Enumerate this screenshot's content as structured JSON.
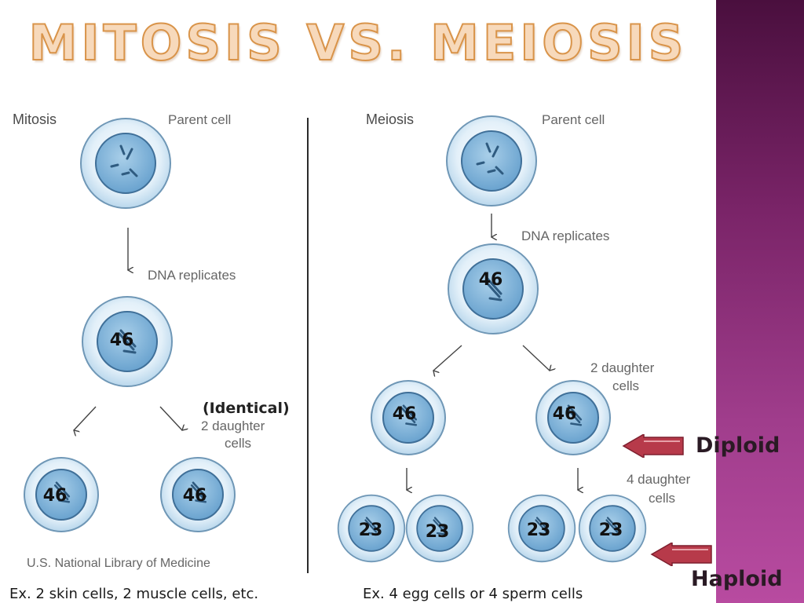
{
  "title": "MITOSIS VS. MEIOSIS",
  "mitosis": {
    "heading": "Mitosis",
    "parent_label": "Parent cell",
    "dna_label": "DNA replicates",
    "replicated_count": "46",
    "identical_label": "(Identical)",
    "daughters_label_line1": "2 daughter",
    "daughters_label_line2": "cells",
    "daughter_counts": [
      "46",
      "46"
    ],
    "credit": "U.S. National Library of Medicine",
    "example": "Ex. 2 skin cells, 2 muscle cells, etc."
  },
  "meiosis": {
    "heading": "Meiosis",
    "parent_label": "Parent cell",
    "dna_label": "DNA replicates",
    "replicated_count": "46",
    "daughters_label_line1": "2 daughter",
    "daughters_label_line2": "cells",
    "daughter_counts": [
      "46",
      "46"
    ],
    "granddaughters_label_line1": "4 daughter",
    "granddaughters_label_line2": "cells",
    "granddaughter_counts": [
      "23",
      "23",
      "23",
      "23"
    ],
    "example": "Ex. 4 egg cells or 4 sperm cells"
  },
  "annotations": {
    "diploid": "Diploid",
    "haploid": "Haploid"
  },
  "colors": {
    "cell_outer": "#c8e0f0",
    "nucleus": "#7fb3d9",
    "arrow": "#b73a4a",
    "band": "#8a2c78"
  }
}
